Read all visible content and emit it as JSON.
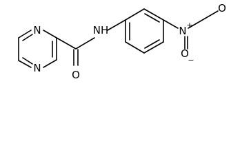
{
  "molecule": {
    "atoms": {
      "pyrazine_n_top": "N",
      "pyrazine_n_bottom": "N",
      "amide_nh": "NH",
      "amide_o": "O",
      "nitro_n": "N",
      "nitro_n_charge": "+",
      "nitro_o_top": "O",
      "nitro_o_bottom": "O",
      "nitro_o_charge": "−"
    }
  }
}
